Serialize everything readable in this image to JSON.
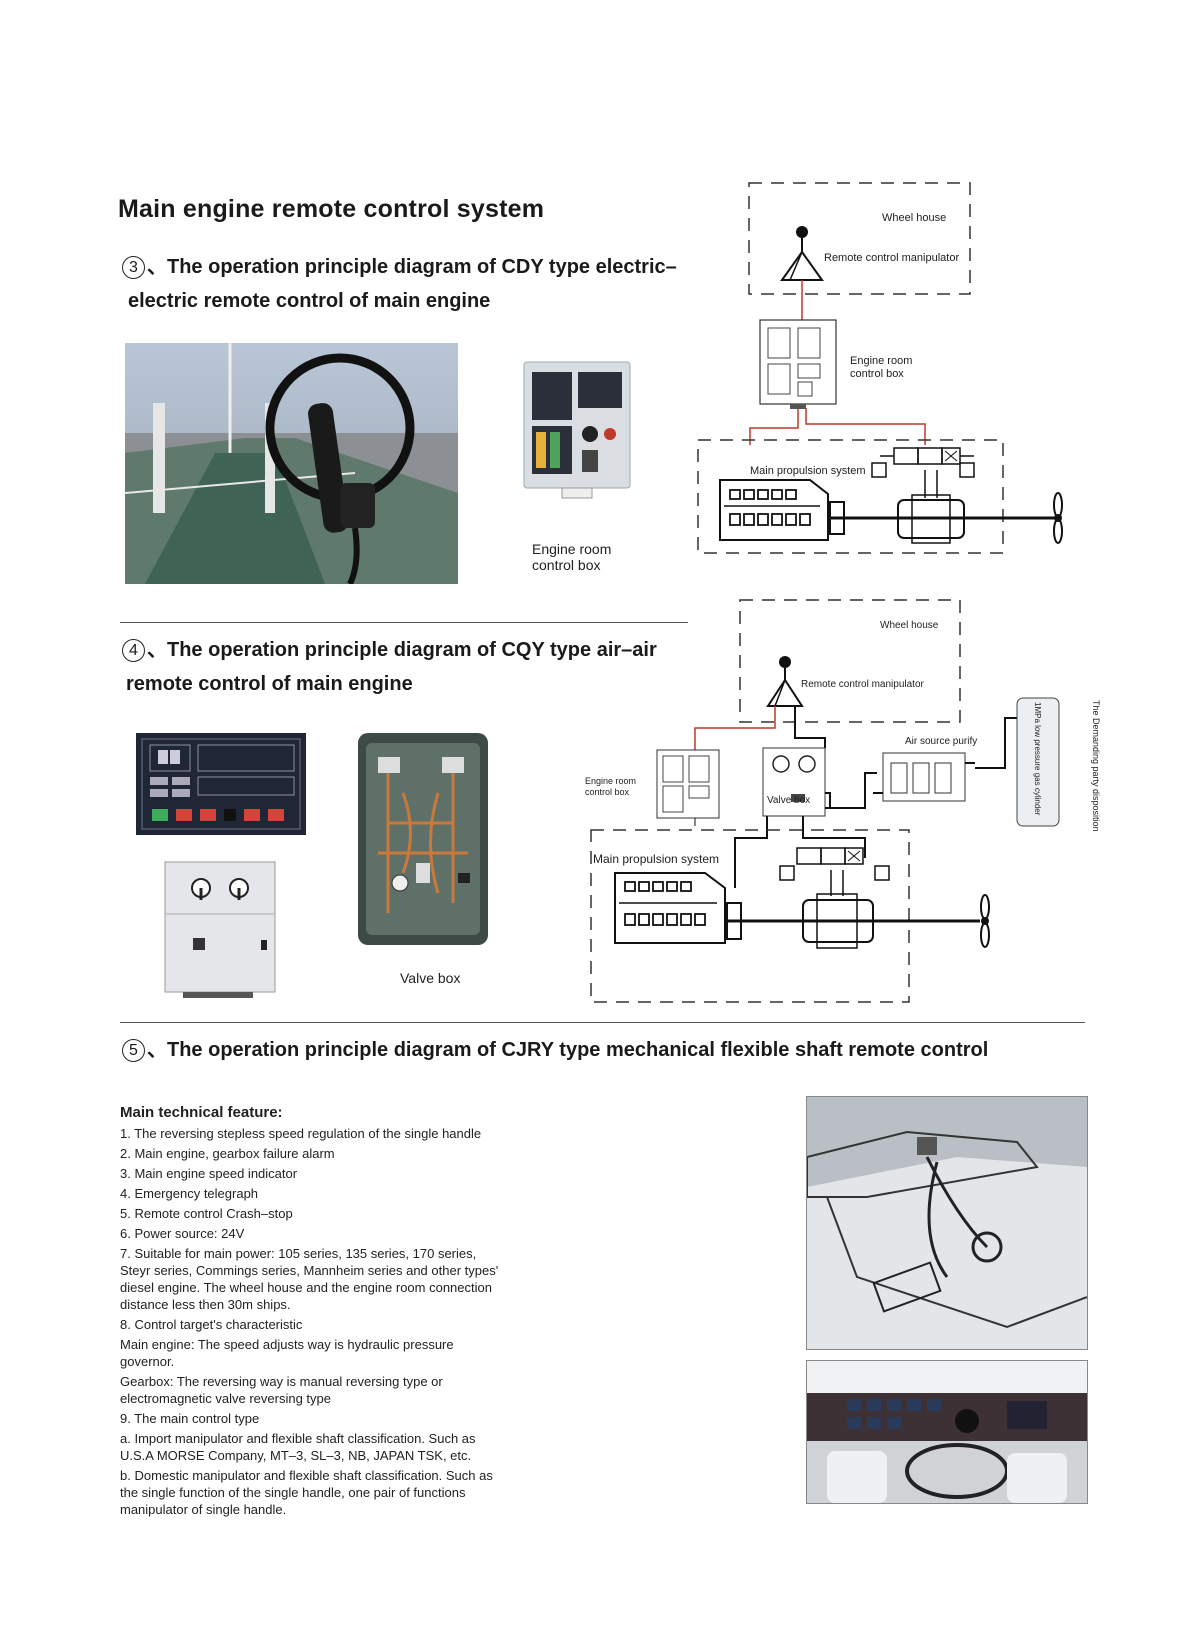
{
  "header": {
    "title": "Main engine remote control system"
  },
  "section3": {
    "num": "3",
    "title_line1": "、The operation principle diagram of CDY type electric–",
    "title_line2": "electric remote control of main engine",
    "photo_caption": "Engine room control box",
    "diagram": {
      "wheel_house": "Wheel house",
      "manipulator": "Remote control manipulator",
      "control_box": "Engine room control box",
      "propulsion": "Main propulsion system"
    }
  },
  "section4": {
    "num": "4",
    "title_line1": "、The operation principle diagram of CQY type air–air",
    "title_line2": "remote control of main engine",
    "photo_caption": "Valve box",
    "diagram": {
      "wheel_house": "Wheel house",
      "manipulator": "Remote control manipulator",
      "control_box": "Engine room control box",
      "valve_box": "Valve box",
      "air_source": "Air source purify",
      "cylinder": "1MPa low pressure gas cylinder",
      "demanding": "The Demanding party disposition",
      "propulsion": "Main propulsion system"
    }
  },
  "section5": {
    "num": "5",
    "title": "、The operation principle diagram of CJRY type mechanical flexible shaft remote control"
  },
  "features": {
    "title": "Main technical feature:",
    "items": [
      "1. The reversing stepless speed regulation of the single handle",
      "2. Main engine, gearbox failure alarm",
      "3. Main engine speed indicator",
      "4. Emergency telegraph",
      "5. Remote control Crash–stop",
      "6. Power source: 24V",
      "7. Suitable for main power: 105 series, 135 series, 170 series, Steyr series, Commings series, Mannheim series and other types' diesel engine. The wheel house and the engine room connection distance less then 30m ships.",
      "8. Control target's characteristic",
      "Main engine: The speed adjusts way is hydraulic pressure governor.",
      "Gearbox: The reversing way is manual reversing type or electromagnetic valve reversing type",
      "9. The main control type",
      "a. Import manipulator and flexible shaft classification. Such as U.S.A MORSE Company, MT–3, SL–3, NB, JAPAN TSK, etc.",
      "b. Domestic manipulator and flexible shaft classification. Such as the single function of the single handle, one pair of functions manipulator of single handle."
    ]
  },
  "colors": {
    "signal_line": "#c0392b",
    "panel_dark": "#1f2636",
    "box_grey": "#d8dbe0"
  }
}
